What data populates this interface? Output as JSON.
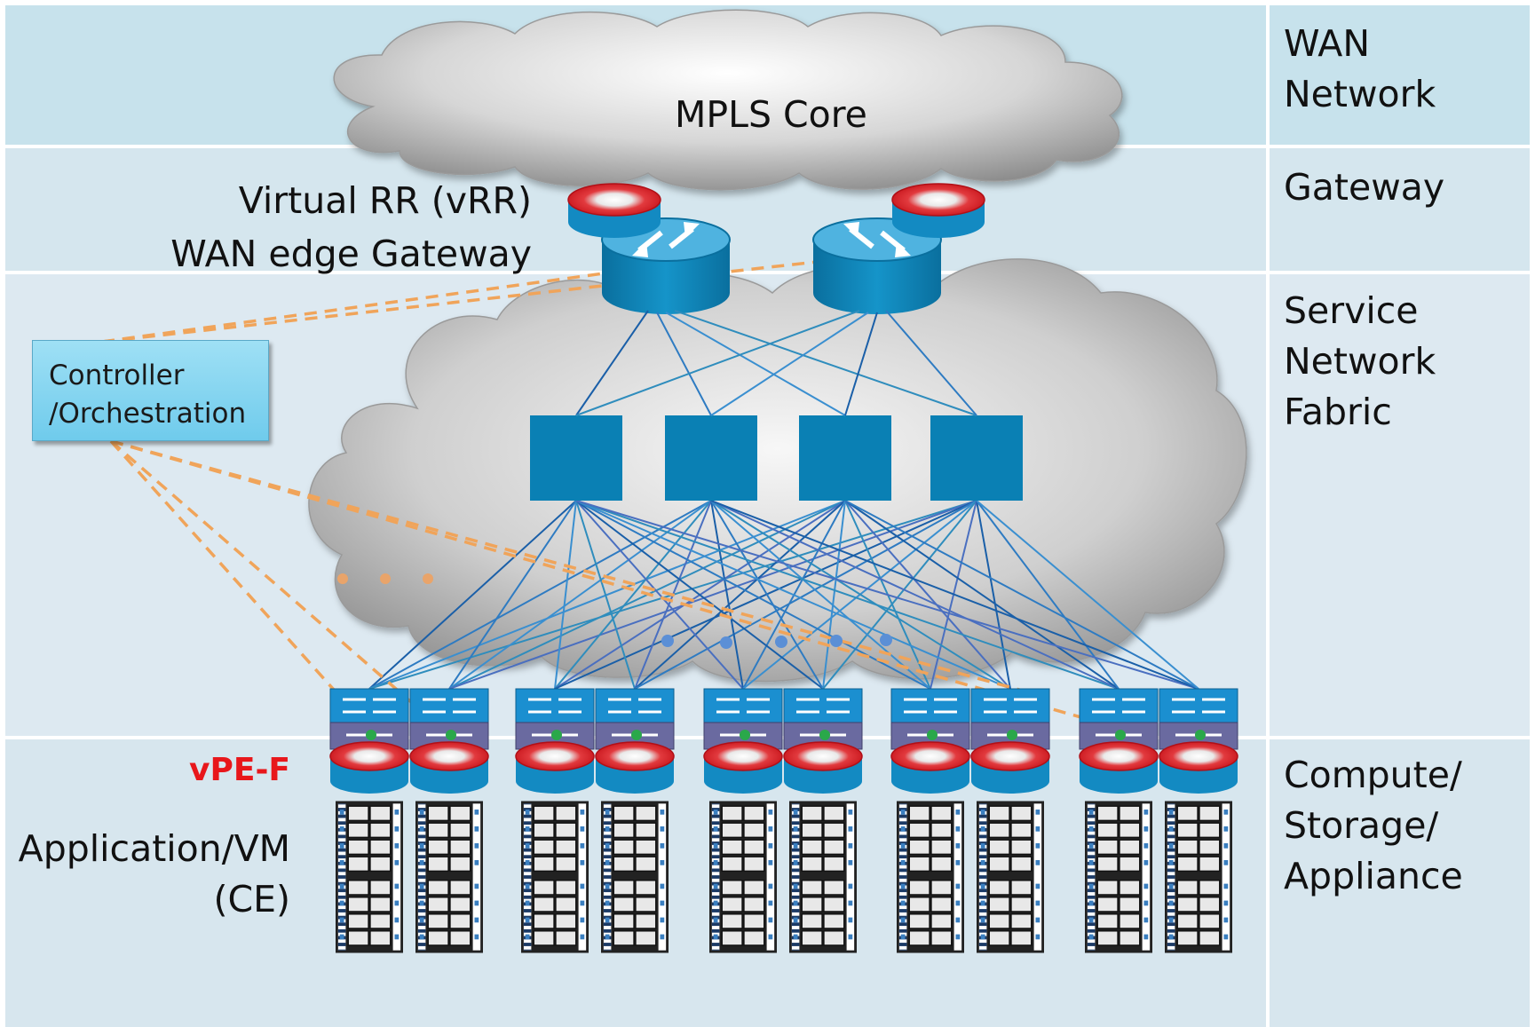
{
  "layers": {
    "wan": [
      "WAN",
      "Network"
    ],
    "gateway": [
      "Gateway"
    ],
    "service": [
      "Service",
      "Network",
      "Fabric"
    ],
    "compute": [
      "Compute/",
      "Storage/",
      "Appliance"
    ]
  },
  "diagram": {
    "mpls_core": "MPLS Core",
    "gateway_label": [
      "Virtual RR (vRR)",
      "WAN edge Gateway"
    ],
    "controller": [
      "Controller",
      "/Orchestration"
    ],
    "vpe_label": "vPE-F",
    "app_label": [
      "Application/VM",
      "(CE)"
    ]
  },
  "colors": {
    "fabric_switch": "#0a80b4",
    "router_red": "#e0202a",
    "dash_orange": "#f0a45a",
    "vpe_text": "#e8171b",
    "band_wan": "#c7e2ec"
  },
  "icons": {
    "gateway_router": "router-icon",
    "fabric_switch": "switch-icon",
    "leaf_switch": "layer3-switch-icon",
    "vpe_router": "virtual-router-icon",
    "server_rack": "server-rack-icon"
  }
}
